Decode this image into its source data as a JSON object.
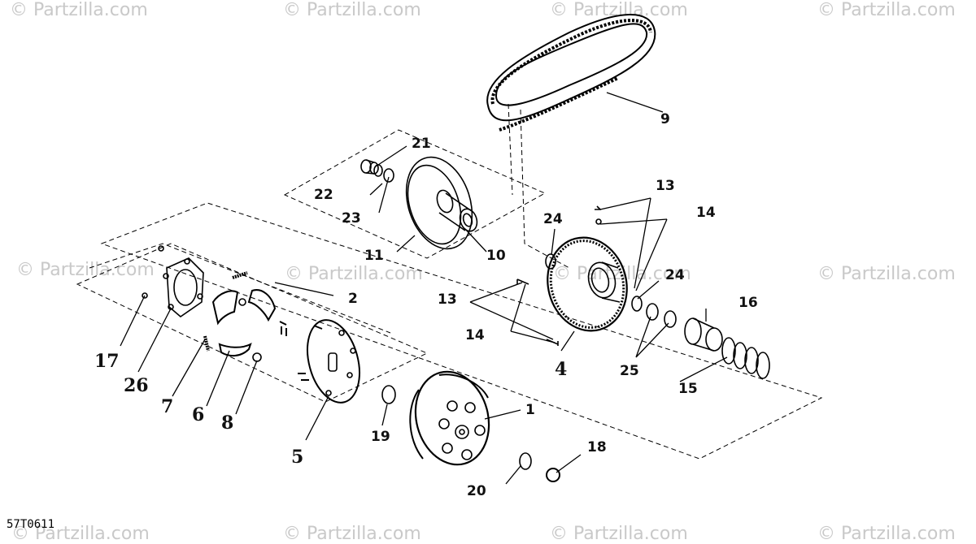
{
  "watermark": "© Partzilla.com",
  "diagram_code": "57T0611",
  "callouts": {
    "c1": "1",
    "c2": "2",
    "c4": "4",
    "c5": "5",
    "c6": "6",
    "c7": "7",
    "c8": "8",
    "c9": "9",
    "c10": "10",
    "c11": "11",
    "c13a": "13",
    "c13b": "13",
    "c14a": "14",
    "c14b": "14",
    "c15": "15",
    "c16": "16",
    "c17": "17",
    "c18": "18",
    "c19": "19",
    "c20": "20",
    "c21": "21",
    "c22": "22",
    "c23": "23",
    "c24a": "24",
    "c24b": "24",
    "c25": "25",
    "c26": "26"
  }
}
